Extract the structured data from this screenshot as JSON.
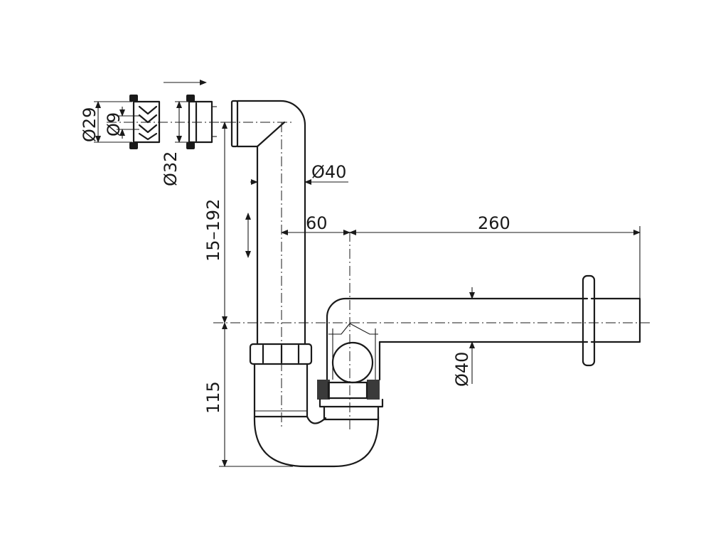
{
  "drawing": {
    "dimensions": {
      "d29": "Ø29",
      "d9": "Ø9",
      "d32": "Ø32",
      "d40_top": "Ø40",
      "height_adjust": "15–192",
      "offset": "60",
      "length": "260",
      "d40_side": "Ø40",
      "height_bottom": "115"
    }
  }
}
